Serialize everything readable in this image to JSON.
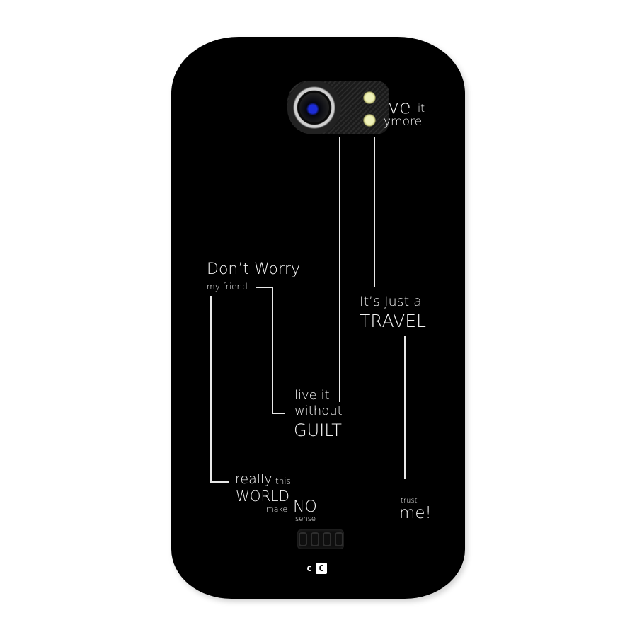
{
  "product": {
    "type": "phone back case",
    "case_color": "#000000",
    "text_color": "#f2f2f2"
  },
  "design": {
    "top_text": {
      "line1_big": "ve",
      "line1_small": "it",
      "line2": "ymore"
    },
    "dont_worry": {
      "title": "Don’t Worry",
      "subtitle": "my friend"
    },
    "live_it": {
      "line1": "live it",
      "line2": "without",
      "line3": "GUILT"
    },
    "travel": {
      "line1": "It’s Just a",
      "line2": "TRAVEL"
    },
    "world": {
      "really": "really",
      "this": "this",
      "world": "WORLD",
      "make": "make",
      "no": "NO",
      "sense": "sense"
    },
    "trust": {
      "small": "trust",
      "big": "me!"
    }
  },
  "brand": {
    "logo_left": "c",
    "logo_right": "C"
  }
}
